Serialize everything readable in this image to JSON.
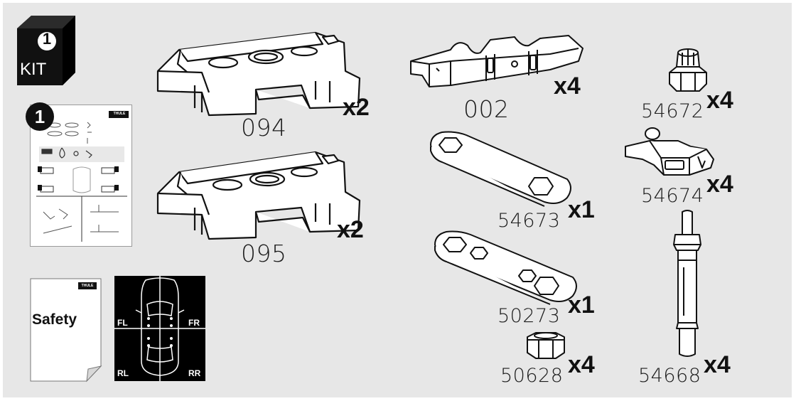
{
  "kit_badge": {
    "number": "1",
    "label": "KIT"
  },
  "instruction_booklet": {
    "step_number": "1",
    "brand": "THULE"
  },
  "safety_booklet": {
    "title": "Safety",
    "brand": "THULE"
  },
  "car_diagram": {
    "front_left": "FL",
    "front_right": "FR",
    "rear_left": "RL",
    "rear_right": "RR"
  },
  "parts": [
    {
      "code": "094",
      "quantity": "x2",
      "icon": "foot-pad-icon"
    },
    {
      "code": "095",
      "quantity": "x2",
      "icon": "foot-pad-icon"
    },
    {
      "code": "002",
      "quantity": "x4",
      "icon": "clamp-bracket-icon"
    },
    {
      "code": "54672",
      "quantity": "x4",
      "icon": "lock-nut-icon"
    },
    {
      "code": "54674",
      "quantity": "x4",
      "icon": "fitting-clip-icon"
    },
    {
      "code": "54673",
      "quantity": "x1",
      "icon": "wrench-plate-icon"
    },
    {
      "code": "50273",
      "quantity": "x1",
      "icon": "wrench-plate-icon"
    },
    {
      "code": "50628",
      "quantity": "x4",
      "icon": "hex-nut-icon"
    },
    {
      "code": "54668",
      "quantity": "x4",
      "icon": "bolt-icon"
    }
  ]
}
